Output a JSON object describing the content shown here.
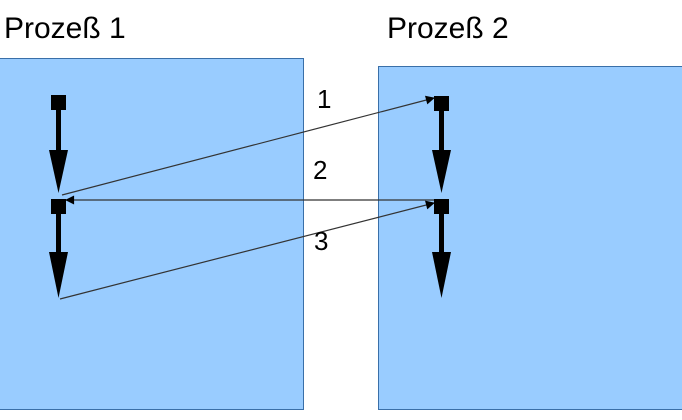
{
  "processes": [
    {
      "title": "Prozeß 1"
    },
    {
      "title": "Prozeß 2"
    }
  ],
  "messages": [
    {
      "label": "1"
    },
    {
      "label": "2"
    },
    {
      "label": "3"
    }
  ],
  "colors": {
    "box_fill": "#99ccff",
    "box_border": "#3a6fa8",
    "ink": "#000000",
    "line": "#333333"
  }
}
